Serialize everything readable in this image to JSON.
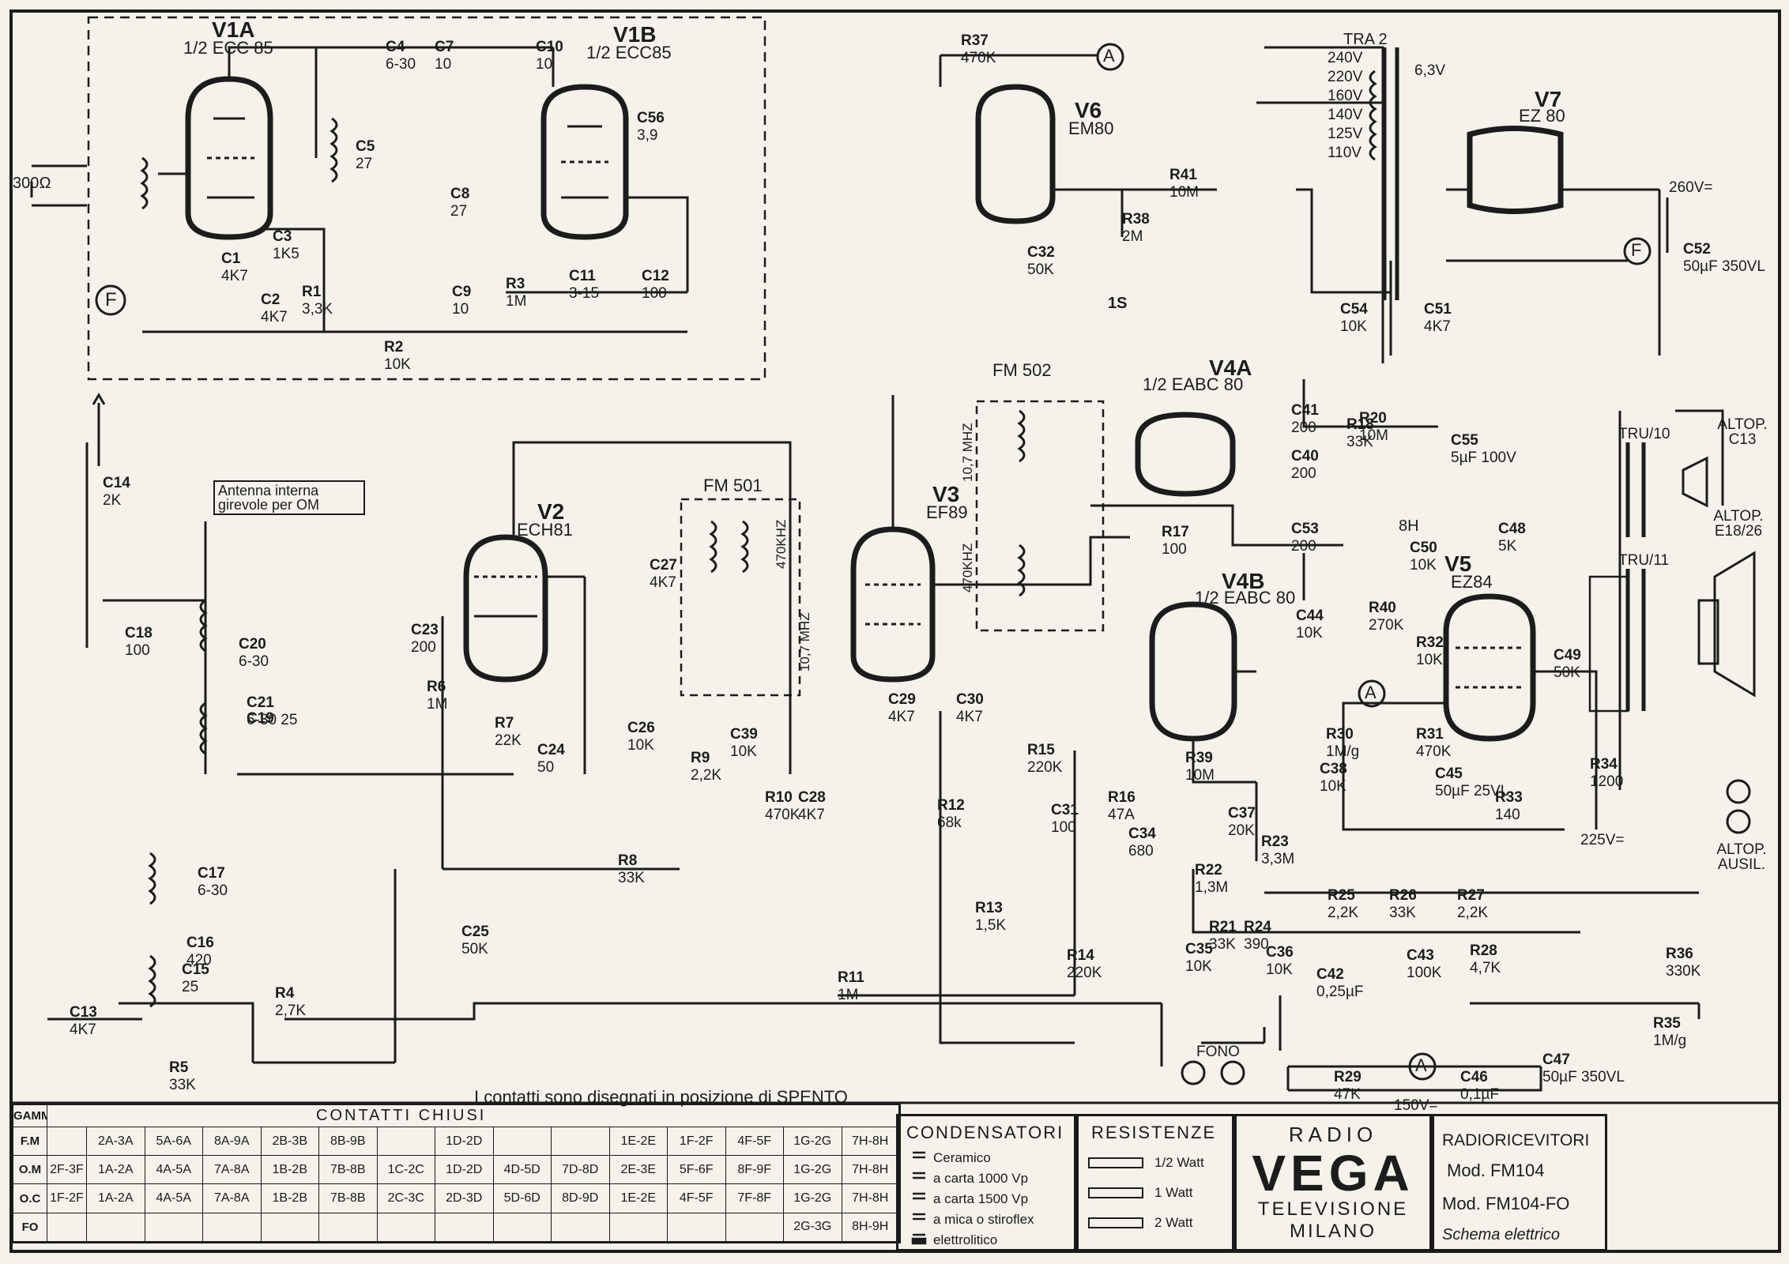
{
  "tubes": [
    {
      "id": "V1A",
      "type": "1/2 ECC 85"
    },
    {
      "id": "V1B",
      "type": "1/2 ECC85"
    },
    {
      "id": "V2",
      "type": "ECH81"
    },
    {
      "id": "V3",
      "type": "EF89"
    },
    {
      "id": "V4A",
      "type": "1/2 EABC 80"
    },
    {
      "id": "V4B",
      "type": "1/2 EABC 80"
    },
    {
      "id": "V5",
      "type": "EZ84"
    },
    {
      "id": "V6",
      "type": "EM80"
    },
    {
      "id": "V7",
      "type": "EZ 80"
    }
  ],
  "components": [
    {
      "ref": "C1",
      "value": "4K7"
    },
    {
      "ref": "C2",
      "value": "4K7"
    },
    {
      "ref": "C3",
      "value": "1K5"
    },
    {
      "ref": "C4",
      "value": "6-30"
    },
    {
      "ref": "C5",
      "value": "27"
    },
    {
      "ref": "C7",
      "value": "10"
    },
    {
      "ref": "C8",
      "value": "27"
    },
    {
      "ref": "C9",
      "value": "10"
    },
    {
      "ref": "C10",
      "value": "10"
    },
    {
      "ref": "C11",
      "value": "3-15"
    },
    {
      "ref": "C12",
      "value": "100"
    },
    {
      "ref": "C56",
      "value": "3,9"
    },
    {
      "ref": "R1",
      "value": "3,3K"
    },
    {
      "ref": "R2",
      "value": "10K"
    },
    {
      "ref": "R3",
      "value": "1M"
    },
    {
      "ref": "R37",
      "value": "470K"
    },
    {
      "ref": "R41",
      "value": "10M"
    },
    {
      "ref": "R38",
      "value": "2M"
    },
    {
      "ref": "C32",
      "value": "50K"
    },
    {
      "ref": "C14",
      "value": "2K"
    },
    {
      "ref": "C23",
      "value": "200"
    },
    {
      "ref": "R6",
      "value": "1M"
    },
    {
      "ref": "R7",
      "value": "22K"
    },
    {
      "ref": "C24",
      "value": "50"
    },
    {
      "ref": "C27",
      "value": "4K7"
    },
    {
      "ref": "C26",
      "value": "10K"
    },
    {
      "ref": "R9",
      "value": "2,2K"
    },
    {
      "ref": "C39",
      "value": "10K"
    },
    {
      "ref": "C28",
      "value": "4K7"
    },
    {
      "ref": "C29",
      "value": "4K7"
    },
    {
      "ref": "C30",
      "value": "4K7"
    },
    {
      "ref": "R12",
      "value": "68k"
    },
    {
      "ref": "R10",
      "value": "470K"
    },
    {
      "ref": "R8",
      "value": "33K"
    },
    {
      "ref": "C25",
      "value": "50K"
    },
    {
      "ref": "R11",
      "value": "1M"
    },
    {
      "ref": "R13",
      "value": "1,5K"
    },
    {
      "ref": "R14",
      "value": "220K"
    },
    {
      "ref": "R15",
      "value": "220K"
    },
    {
      "ref": "C31",
      "value": "100"
    },
    {
      "ref": "R16",
      "value": "47A"
    },
    {
      "ref": "C34",
      "value": "680"
    },
    {
      "ref": "R17",
      "value": "100"
    },
    {
      "ref": "C41",
      "value": "200"
    },
    {
      "ref": "C40",
      "value": "200"
    },
    {
      "ref": "C53",
      "value": "200"
    },
    {
      "ref": "R18",
      "value": "33K"
    },
    {
      "ref": "R20",
      "value": "10M"
    },
    {
      "ref": "C55",
      "value": "5µF 100V"
    },
    {
      "ref": "C50",
      "value": "10K"
    },
    {
      "ref": "C44",
      "value": "10K"
    },
    {
      "ref": "R40",
      "value": "270K"
    },
    {
      "ref": "R30",
      "value": "1M/g"
    },
    {
      "ref": "C38",
      "value": "10K"
    },
    {
      "ref": "R39",
      "value": "10M"
    },
    {
      "ref": "C37",
      "value": "20K"
    },
    {
      "ref": "R23",
      "value": "3,3M"
    },
    {
      "ref": "R22",
      "value": "1,3M"
    },
    {
      "ref": "C35",
      "value": "10K"
    },
    {
      "ref": "C36",
      "value": "10K"
    },
    {
      "ref": "R25",
      "value": "2,2K"
    },
    {
      "ref": "R26",
      "value": "33K"
    },
    {
      "ref": "R27",
      "value": "2,2K"
    },
    {
      "ref": "C43",
      "value": "100K"
    },
    {
      "ref": "R28",
      "value": "4,7K"
    },
    {
      "ref": "C42",
      "value": "0,25µF"
    },
    {
      "ref": "R21",
      "value": "33K"
    },
    {
      "ref": "R24",
      "value": "390"
    },
    {
      "ref": "R32",
      "value": "10K"
    },
    {
      "ref": "R31",
      "value": "470K"
    },
    {
      "ref": "C45",
      "value": "50µF 25VL"
    },
    {
      "ref": "R33",
      "value": "140"
    },
    {
      "ref": "C48",
      "value": "5K"
    },
    {
      "ref": "C49",
      "value": "50K"
    },
    {
      "ref": "R34",
      "value": "1200"
    },
    {
      "ref": "R36",
      "value": "330K"
    },
    {
      "ref": "R35",
      "value": "1M/g"
    },
    {
      "ref": "C47",
      "value": "50µF 350VL"
    },
    {
      "ref": "R29",
      "value": "47K"
    },
    {
      "ref": "C46",
      "value": "0,1µF"
    },
    {
      "ref": "C52",
      "value": "50µF 350VL"
    },
    {
      "ref": "C54",
      "value": "10K"
    },
    {
      "ref": "C51",
      "value": "4K7"
    },
    {
      "ref": "C13",
      "value": "4K7"
    },
    {
      "ref": "R5",
      "value": "33K"
    },
    {
      "ref": "R4",
      "value": "2,7K"
    },
    {
      "ref": "C16",
      "value": "420"
    },
    {
      "ref": "C17",
      "value": "6-30"
    },
    {
      "ref": "C15",
      "value": "25"
    },
    {
      "ref": "C18",
      "value": "100"
    },
    {
      "ref": "C20",
      "value": "6-30"
    },
    {
      "ref": "C19",
      "value": ""
    },
    {
      "ref": "C21",
      "value": "6-30 25"
    }
  ],
  "labels": {
    "antenna_input": "300Ω",
    "antenna_note": "Antenna interna girevole per OM",
    "fm501": "FM 501",
    "fm502": "FM 502",
    "if_470_1": "470KHZ",
    "if_107_1": "10,7 MHZ",
    "if_107_2": "10,7 MHZ",
    "if_470_2": "470KHZ",
    "tra2": "TRA 2",
    "tra_taps": [
      "240V",
      "220V",
      "160V",
      "140V",
      "125V",
      "110V"
    ],
    "heater": "6,3V",
    "v260": "260V=",
    "v225": "225V=",
    "v150": "150V=",
    "tru10": "TRU/10",
    "tru11": "TRU/11",
    "alt1": "ALTOP. C13",
    "alt2": "ALTOP. E18/26",
    "altaux": "ALTOP. AUSIL.",
    "fono": "FONO",
    "node_a": "A",
    "node_f": "F",
    "node_1s": "1S",
    "node_8h": "8H",
    "contacts_note": "I contatti sono disegnati in posizione di SPENTO"
  },
  "contacts_table": {
    "header_gamma": "GAMMA",
    "header_title": "CONTATTI   CHIUSI",
    "rows": [
      {
        "gamma": "F.M",
        "cells": [
          "",
          "2A-3A",
          "5A-6A",
          "8A-9A",
          "2B-3B",
          "8B-9B",
          "",
          "1D-2D",
          "",
          "",
          "1E-2E",
          "1F-2F",
          "4F-5F",
          "1G-2G",
          "7H-8H"
        ]
      },
      {
        "gamma": "O.M",
        "cells": [
          "2F-3F",
          "1A-2A",
          "4A-5A",
          "7A-8A",
          "1B-2B",
          "7B-8B",
          "1C-2C",
          "1D-2D",
          "4D-5D",
          "7D-8D",
          "2E-3E",
          "5F-6F",
          "8F-9F",
          "1G-2G",
          "7H-8H"
        ]
      },
      {
        "gamma": "O.C",
        "cells": [
          "1F-2F",
          "1A-2A",
          "4A-5A",
          "7A-8A",
          "1B-2B",
          "7B-8B",
          "2C-3C",
          "2D-3D",
          "5D-6D",
          "8D-9D",
          "1E-2E",
          "4F-5F",
          "7F-8F",
          "1G-2G",
          "7H-8H"
        ]
      },
      {
        "gamma": "FO",
        "cells": [
          "",
          "",
          "",
          "",
          "",
          "",
          "",
          "",
          "",
          "",
          "",
          "",
          "",
          "2G-3G",
          "8H-9H"
        ]
      }
    ]
  },
  "condensatori": {
    "title": "CONDENSATORI",
    "items": [
      "Ceramico",
      "a carta 1000 Vp",
      "a carta 1500 Vp",
      "a mica o stiroflex",
      "elettrolitico"
    ]
  },
  "resistenze": {
    "title": "RESISTENZE",
    "items": [
      "1/2 Watt",
      "1 Watt",
      "2 Watt"
    ]
  },
  "brand": {
    "line1": "RADIO",
    "line2": "VEGA",
    "line3": "TELEVISIONE",
    "line4": "MILANO"
  },
  "model": {
    "line1": "RADIORICEVITORI",
    "line2": "Mod. FM104",
    "line3": "Mod. FM104-FO",
    "line4": "Schema elettrico"
  }
}
